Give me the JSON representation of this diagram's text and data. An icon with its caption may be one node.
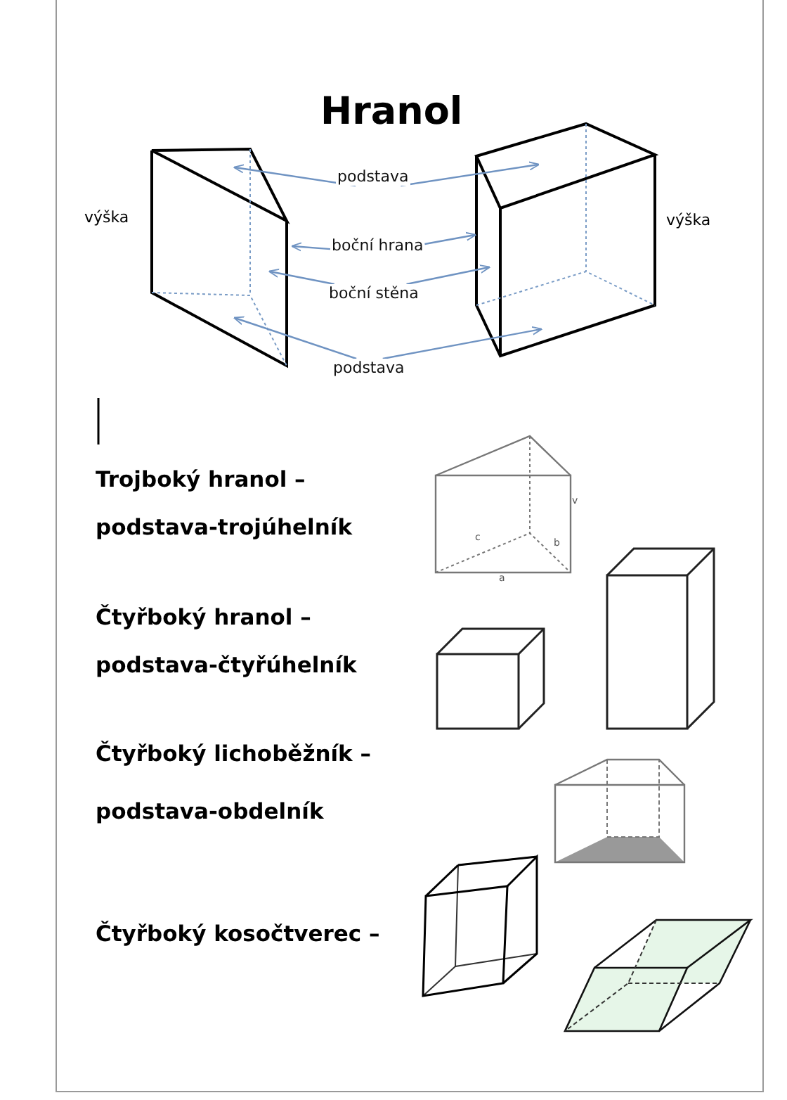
{
  "diagram": {
    "title": "Hranol",
    "nodes": [
      {
        "text": [],
        "shape": "picture",
        "beside": [
          "výška"
        ]
      },
      {
        "text": [
          "podstava"
        ]
      },
      {
        "text": [
          "boční hrana"
        ]
      },
      {
        "text": [
          "boční stěna"
        ]
      },
      {
        "text": [
          "podstava"
        ]
      },
      {
        "text": [],
        "shape": "picture",
        "beside": [
          "výška"
        ]
      }
    ],
    "edges": [
      {
        "from": 1,
        "to": 0,
        "arrow": "to"
      },
      {
        "from": 1,
        "to": 5,
        "arrow": "to"
      },
      {
        "from": 2,
        "to": 0,
        "arrow": "to"
      },
      {
        "from": 2,
        "to": 5,
        "arrow": "to"
      },
      {
        "from": 3,
        "to": 0,
        "arrow": "to"
      },
      {
        "from": 3,
        "to": 5,
        "arrow": "to"
      },
      {
        "from": 4,
        "to": 0,
        "arrow": "to"
      },
      {
        "from": 4,
        "to": 5,
        "arrow": "to"
      }
    ],
    "labels": [
      "Trojboký hranol –",
      "podstava-trojúhelník",
      "v",
      "c",
      "b",
      "a",
      "Čtyřboký hranol –",
      "podstava-čtyřúhelník",
      "Čtyřboký lichoběžník –",
      "podstava-obdelník",
      "Čtyřboký kosočtverec –"
    ]
  }
}
